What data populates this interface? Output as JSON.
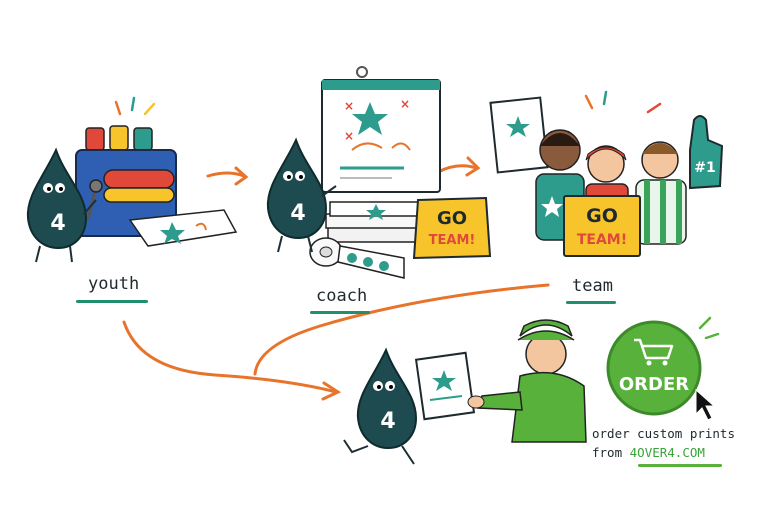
{
  "labels": {
    "youth": "youth",
    "coach": "coach",
    "team": "team"
  },
  "mascot_number": "4",
  "signs": {
    "go": "GO",
    "team": "TEAM!"
  },
  "foam_finger": "#1",
  "order_button": "ORDER",
  "caption": {
    "line1": "order custom prints",
    "from": "from",
    "site": "4OVER4.COM"
  },
  "colors": {
    "mascot": "#1d4b4f",
    "arrow": "#e8732a",
    "accent_green": "#2e9c8c",
    "order_green": "#57b13b",
    "sign_yellow": "#f7c52b",
    "underline_green": "#1f8f6e"
  }
}
